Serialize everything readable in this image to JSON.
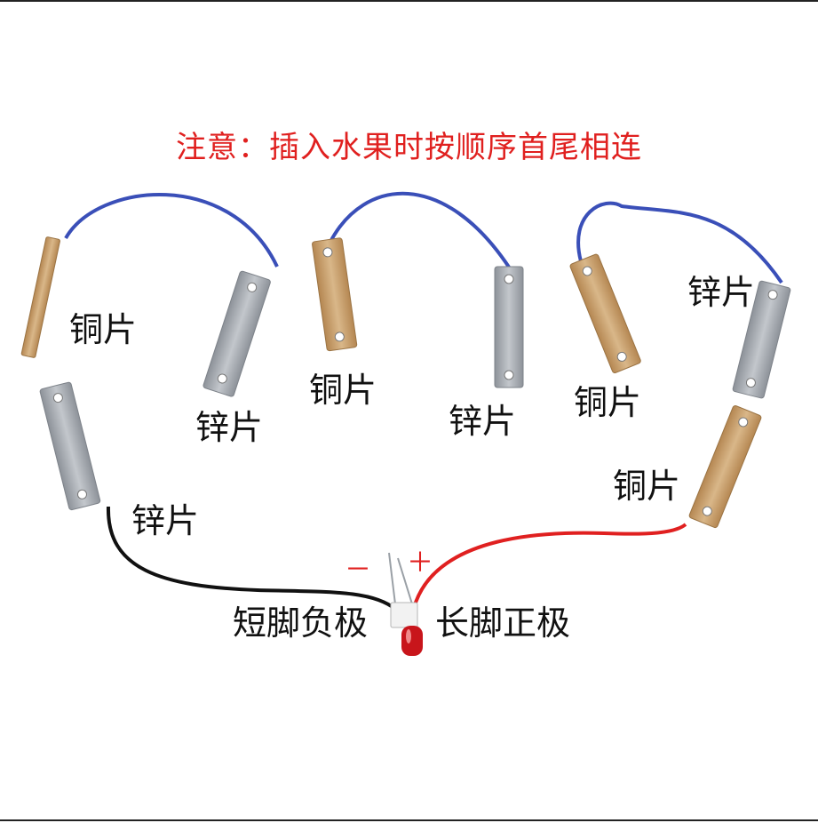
{
  "title": "注意：插入水果时按顺序首尾相连",
  "labels": {
    "copper_1": "铜片",
    "zinc_1": "锌片",
    "copper_2": "铜片",
    "zinc_2": "锌片",
    "copper_3": "铜片",
    "zinc_3": "锌片",
    "zinc_bottom": "锌片",
    "copper_bottom": "铜片",
    "short_leg": "短脚负极",
    "long_leg": "长脚正极",
    "minus": "－",
    "plus": "＋"
  },
  "colors": {
    "title": "#e0201f",
    "copper": "#c9a26e",
    "zinc": "#a7acb3",
    "blue_wire": "#3a4fb8",
    "red_wire": "#e02020",
    "black_wire": "#111111"
  },
  "icons": [
    "led-icon"
  ]
}
